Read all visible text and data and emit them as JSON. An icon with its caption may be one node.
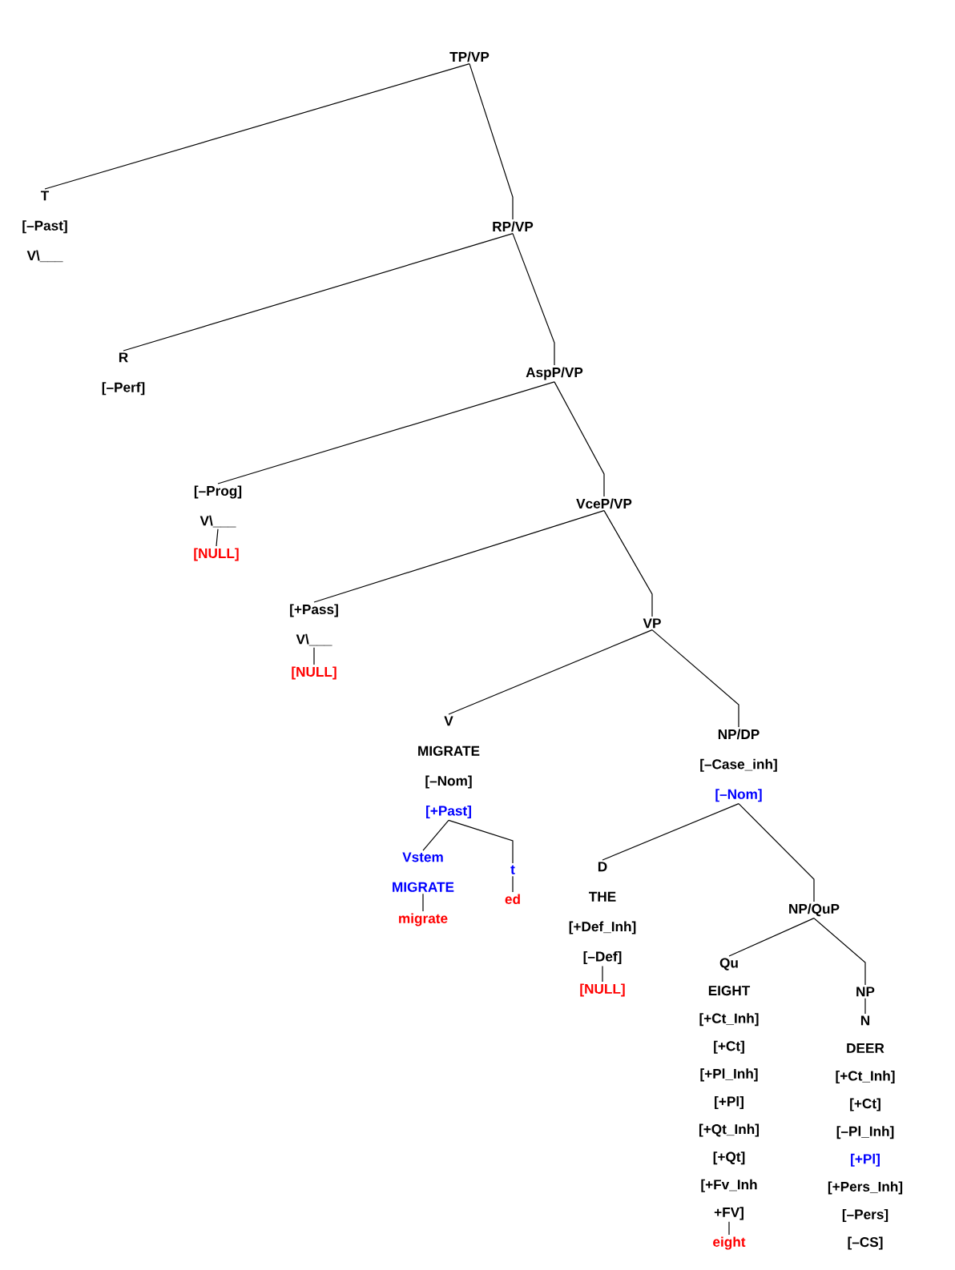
{
  "diagram": {
    "nodes": [
      {
        "text": [
          "TP/VP"
        ]
      },
      {
        "text": [
          "T",
          "[–Past]",
          "V\\___"
        ]
      },
      {
        "text": [
          "RP/VP"
        ]
      },
      {
        "text": [
          "R",
          "[–Perf]"
        ]
      },
      {
        "text": [
          "AspP/VP"
        ]
      },
      {
        "text": [
          "[–Prog]",
          "V\\___"
        ]
      },
      {
        "text": [
          "[NULL]"
        ]
      },
      {
        "text": [
          "VceP/VP"
        ]
      },
      {
        "text": [
          "[+Pass]",
          "V\\___"
        ]
      },
      {
        "text": [
          "[NULL]"
        ]
      },
      {
        "text": [
          "VP"
        ]
      },
      {
        "text": [
          "V",
          "MIGRATE",
          "[–Nom]",
          "[+Past]"
        ]
      },
      {
        "text": [
          "Vstem",
          "MIGRATE"
        ]
      },
      {
        "text": [
          "migrate"
        ]
      },
      {
        "text": [
          "t"
        ]
      },
      {
        "text": [
          "ed"
        ]
      },
      {
        "text": [
          "NP/DP",
          "[–Case_inh]",
          "[–Nom]"
        ]
      },
      {
        "text": [
          "D",
          "THE",
          "[+Def_Inh]",
          "[–Def]"
        ]
      },
      {
        "text": [
          "[NULL]"
        ]
      },
      {
        "text": [
          "NP/QuP"
        ]
      },
      {
        "text": [
          "Qu",
          "EIGHT",
          "[+Ct_Inh]",
          "[+Ct]",
          "[+Pl_Inh]",
          "[+Pl]",
          "[+Qt_Inh]",
          "[+Qt]",
          "[+Fv_Inh",
          "+FV]"
        ]
      },
      {
        "text": [
          "eight"
        ]
      },
      {
        "text": [
          "NP"
        ]
      },
      {
        "text": [
          "N",
          "DEER",
          "[+Ct_Inh]",
          "[+Ct]",
          "[–Pl_Inh]",
          "[+Pl]",
          "[+Pers_Inh]",
          "[–Pers]",
          "[–CS]"
        ]
      }
    ],
    "edges": [
      {
        "from": 0,
        "to": 1,
        "arrow": "none"
      },
      {
        "from": 0,
        "to": 2,
        "arrow": "none"
      },
      {
        "from": 2,
        "to": 3,
        "arrow": "none"
      },
      {
        "from": 2,
        "to": 4,
        "arrow": "none"
      },
      {
        "from": 4,
        "to": 5,
        "arrow": "none"
      },
      {
        "from": 4,
        "to": 7,
        "arrow": "none"
      },
      {
        "from": 5,
        "to": 6,
        "arrow": "none"
      },
      {
        "from": 7,
        "to": 8,
        "arrow": "none"
      },
      {
        "from": 7,
        "to": 10,
        "arrow": "none"
      },
      {
        "from": 8,
        "to": 9,
        "arrow": "none"
      },
      {
        "from": 10,
        "to": 11,
        "arrow": "none"
      },
      {
        "from": 10,
        "to": 16,
        "arrow": "none"
      },
      {
        "from": 11,
        "to": 12,
        "arrow": "none"
      },
      {
        "from": 11,
        "to": 14,
        "arrow": "none"
      },
      {
        "from": 12,
        "to": 13,
        "arrow": "none"
      },
      {
        "from": 14,
        "to": 15,
        "arrow": "none"
      },
      {
        "from": 16,
        "to": 17,
        "arrow": "none"
      },
      {
        "from": 16,
        "to": 19,
        "arrow": "none"
      },
      {
        "from": 17,
        "to": 18,
        "arrow": "none"
      },
      {
        "from": 19,
        "to": 20,
        "arrow": "none"
      },
      {
        "from": 19,
        "to": 22,
        "arrow": "none"
      },
      {
        "from": 20,
        "to": 21,
        "arrow": "none"
      },
      {
        "from": 22,
        "to": 23,
        "arrow": "none"
      }
    ]
  }
}
